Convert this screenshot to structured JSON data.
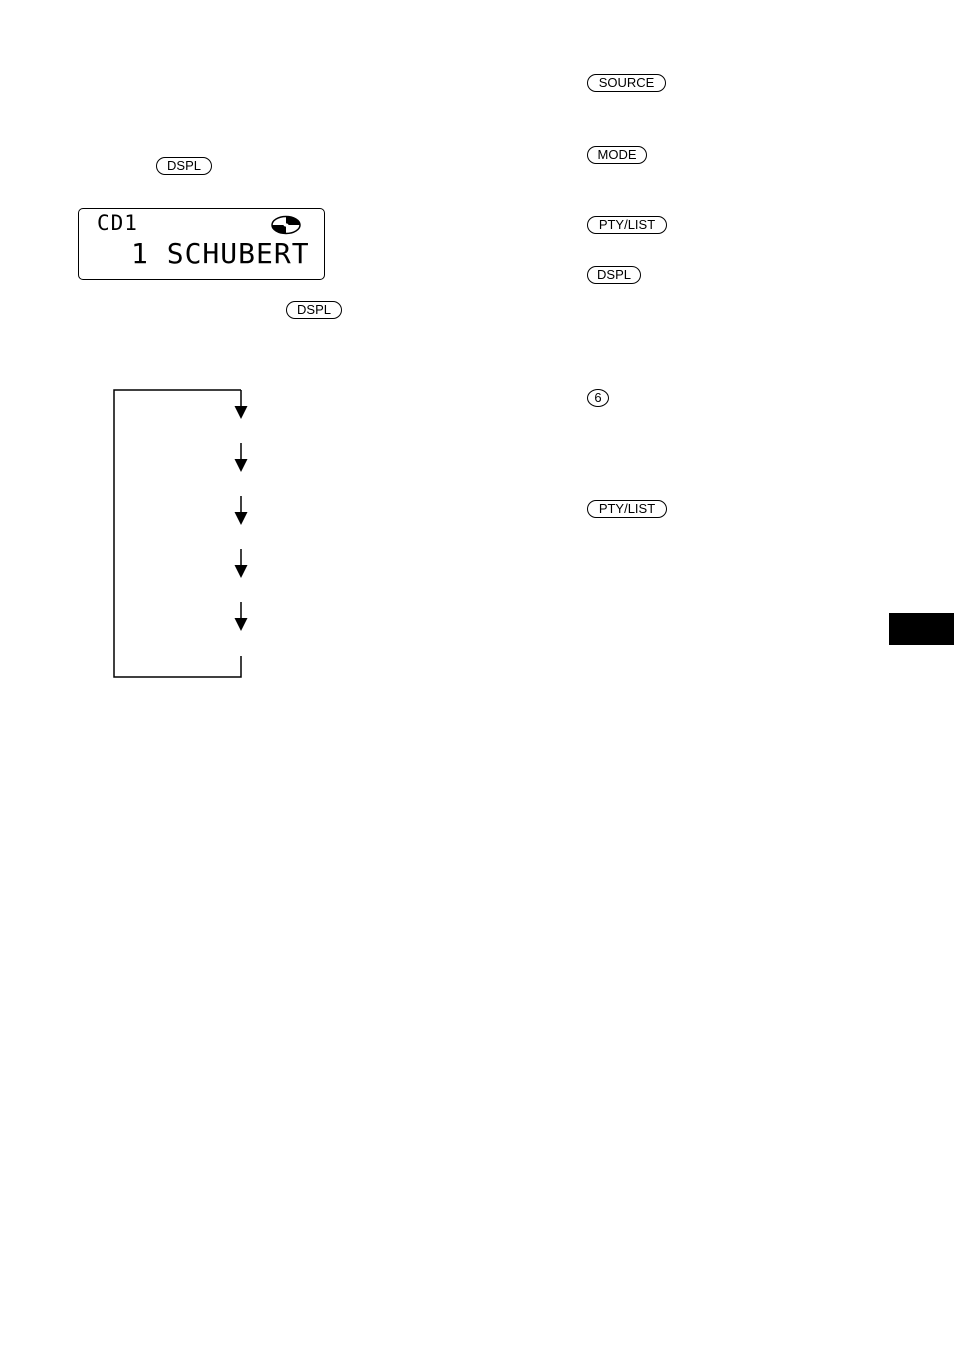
{
  "left_column": {
    "dspl_key_1": "DSPL",
    "display": {
      "line1": "CD1",
      "line2": "1 SCHUBERT",
      "icon": "disc-icon"
    },
    "dspl_key_2": "DSPL"
  },
  "right_column": {
    "keys": [
      "SOURCE",
      "MODE",
      "PTY/LIST",
      "DSPL",
      "6",
      "PTY/LIST"
    ]
  },
  "flow_diagram": {
    "arrows": 5
  },
  "colors": {
    "ink": "#000000",
    "paper": "#ffffff"
  }
}
